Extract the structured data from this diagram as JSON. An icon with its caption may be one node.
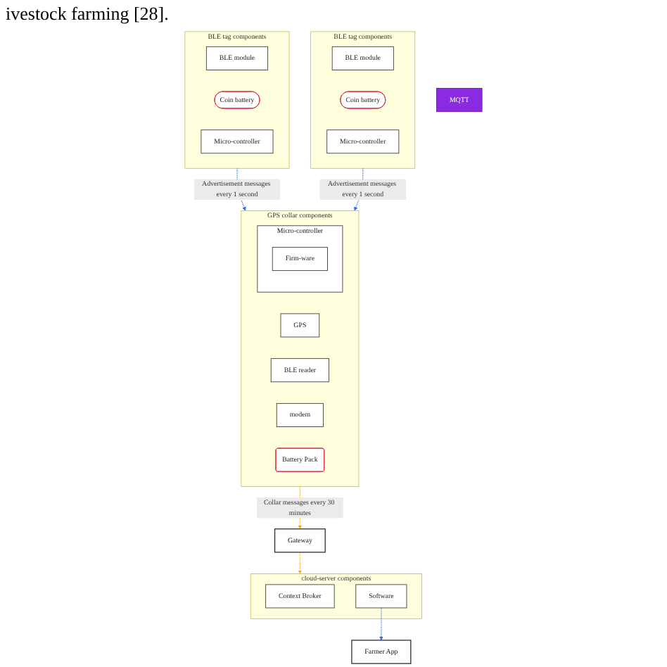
{
  "diagram": {
    "nodes": [
      {
        "text": [
          "cloud-server components"
        ]
      },
      {
        "text": [
          "Context Broker"
        ],
        "in": 0
      },
      {
        "text": [
          "Software"
        ],
        "in": 0
      },
      {
        "text": [
          "Farmer App"
        ]
      },
      {
        "text": [
          "Gateway"
        ]
      },
      {
        "text": [
          "MQTT"
        ]
      },
      {
        "text": [
          "GPS collar components"
        ]
      },
      {
        "text": [
          "GPS"
        ],
        "in": 6
      },
      {
        "text": [
          "BLE reader"
        ],
        "in": 6
      },
      {
        "text": [
          "modem"
        ],
        "in": 6
      },
      {
        "text": [
          "Micro-controller"
        ],
        "in": 6
      },
      {
        "text": [
          "Firm-ware"
        ],
        "in": 10
      },
      {
        "text": [
          "Battery Pack"
        ],
        "in": 6
      },
      {
        "text": [
          "BLE tag components"
        ]
      },
      {
        "text": [
          "BLE module"
        ],
        "in": 13
      },
      {
        "text": [
          "Coin battery"
        ],
        "in": 13
      },
      {
        "text": [
          "Micro-controller"
        ],
        "in": 13
      },
      {
        "text": [
          "BLE tag components"
        ]
      },
      {
        "text": [
          "BLE module"
        ],
        "in": 17
      },
      {
        "text": [
          "Coin battery"
        ],
        "in": 17
      },
      {
        "text": [
          "Micro-controller"
        ],
        "in": 17
      }
    ],
    "edges": [
      {
        "from": 2,
        "to": 3,
        "arrow": "to",
        "style": "dashed"
      },
      {
        "from": 6,
        "to": 4,
        "arrow": "to",
        "style": "dashed",
        "color": "#f0b400",
        "label": "Collar messages every 30 minutes"
      },
      {
        "from": 4,
        "to": 0,
        "arrow": "to",
        "style": "dashed",
        "color": "#f0b400"
      },
      {
        "from": 13,
        "to": 6,
        "arrow": "to",
        "style": "dashed",
        "label": "Advertisement messages every 1 second"
      },
      {
        "from": 17,
        "to": 6,
        "arrow": "to",
        "style": "dashed",
        "label": "Advertisement messages every 1 second"
      }
    ],
    "labels": [
      "ivestock farming [28]."
    ]
  }
}
